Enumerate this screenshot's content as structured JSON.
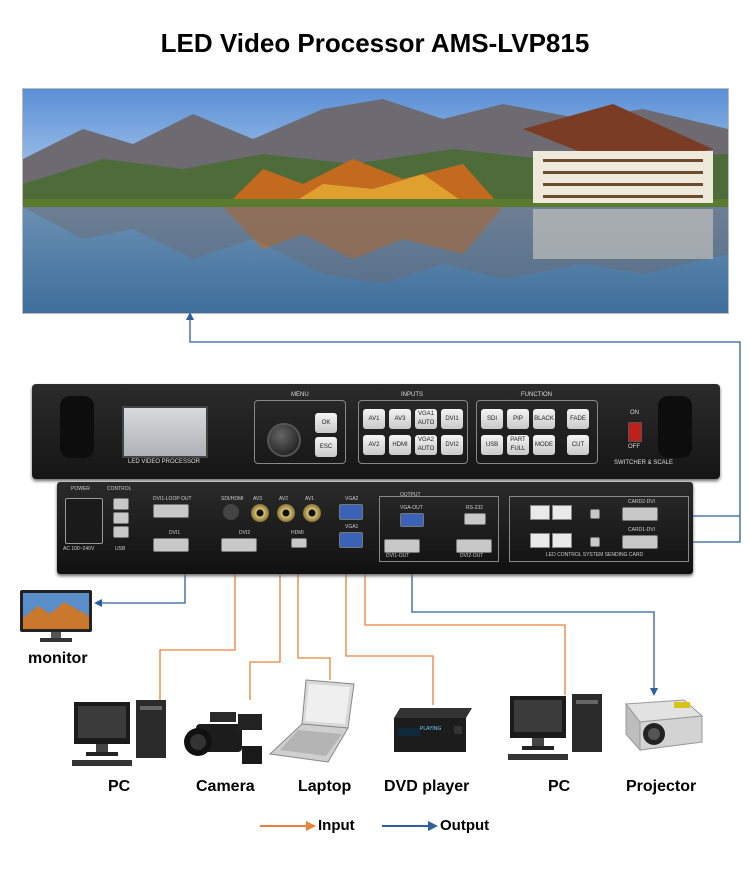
{
  "title": "LED Video Processor AMS-LVP815",
  "screen": {
    "subject": "mountain lake scene with autumn trees and chalet"
  },
  "front_panel": {
    "brand_label": "LED VIDEO PROCESSOR",
    "menu_label": "MENU",
    "menu_keys": [
      "OK",
      "ESC"
    ],
    "inputs_label": "INPUTS",
    "input_keys": [
      "AV1",
      "AV3",
      "VGA1 AUTO",
      "DVI1",
      "AV2",
      "HDMI",
      "VGA2 AUTO",
      "DVI2"
    ],
    "function_label": "FUNCTION",
    "function_keys": [
      "SDI",
      "PIP",
      "BLACK",
      "USB",
      "PART FULL",
      "MODE"
    ],
    "transition_keys": [
      "FADE",
      "CUT"
    ],
    "power_on": "ON",
    "power_off": "OFF",
    "switcher_label": "SWITCHER & SCALE"
  },
  "rear_panel": {
    "power_label": "POWER",
    "control_label": "CONTROL",
    "power_rating": "AC 100~240V",
    "usb_label": "USB",
    "dvi1_loop": "DVI1-LOOP OUT",
    "dvi1": "DVI1",
    "sdi": "SDI/HDMI",
    "av3": "AV3",
    "av2": "AV2",
    "av1": "AV1",
    "dvi2": "DVI2",
    "hdmi": "HDMI",
    "vga2": "VGA2",
    "vga1": "VGA1",
    "output_label": "OUTPUT",
    "vga_out": "VGA-OUT",
    "dvi1_out": "DVI1-OUT",
    "rs232": "RS-232",
    "dvi2_out": "DVI2-OUT",
    "card2": "CARD2-DVI",
    "card1": "CARD1-DVI",
    "card_label": "LED CONTROL SYSTEM SENDING CARD"
  },
  "devices": {
    "monitor": "monitor",
    "pc1": "PC",
    "camera": "Camera",
    "laptop": "Laptop",
    "dvd": "DVD player",
    "pc2": "PC",
    "projector": "Projector",
    "dvd_display": "PLAYING"
  },
  "legend": {
    "input": "Input",
    "output": "Output"
  },
  "colors": {
    "input": "#e8823a",
    "output": "#2e5f9e"
  }
}
